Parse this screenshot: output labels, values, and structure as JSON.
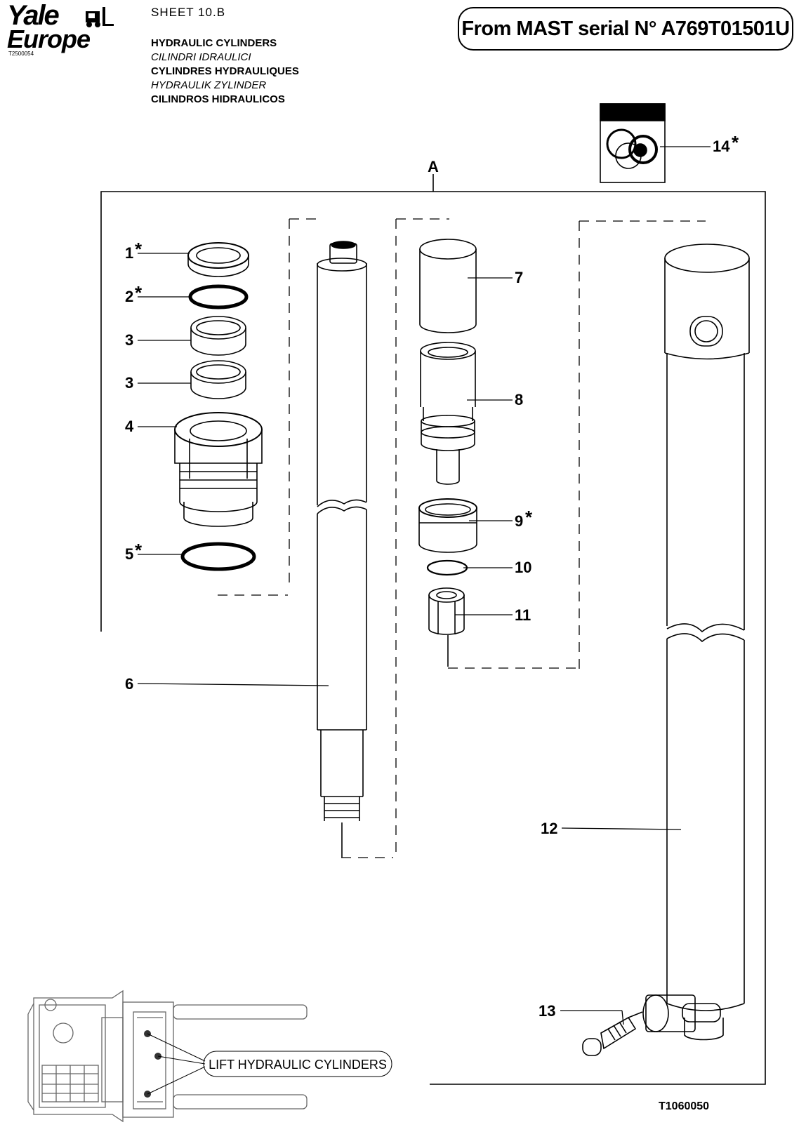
{
  "logo": {
    "line1": "Yale",
    "line2": "Europe",
    "code": "T2500054"
  },
  "sheet": "SHEET  10.B",
  "titles": {
    "en": "HYDRAULIC CYLINDERS",
    "it": "CILINDRI IDRAULICI",
    "fr": "CYLINDRES HYDRAULIQUES",
    "de": "HYDRAULIK ZYLINDER",
    "es": "CILINDROS HIDRAULICOS"
  },
  "serial_note": "From MAST serial N° A769T01501U",
  "assembly_label": "A",
  "parts": {
    "p1": "1",
    "p2": "2",
    "p3a": "3",
    "p3b": "3",
    "p4": "4",
    "p5": "5",
    "p6": "6",
    "p7": "7",
    "p8": "8",
    "p9": "9",
    "p10": "10",
    "p11": "11",
    "p12": "12",
    "p13": "13",
    "p14": "14"
  },
  "kit_mark": "*",
  "inset_label": "LIFT HYDRAULIC CYLINDERS",
  "drawing_code": "T1060050"
}
